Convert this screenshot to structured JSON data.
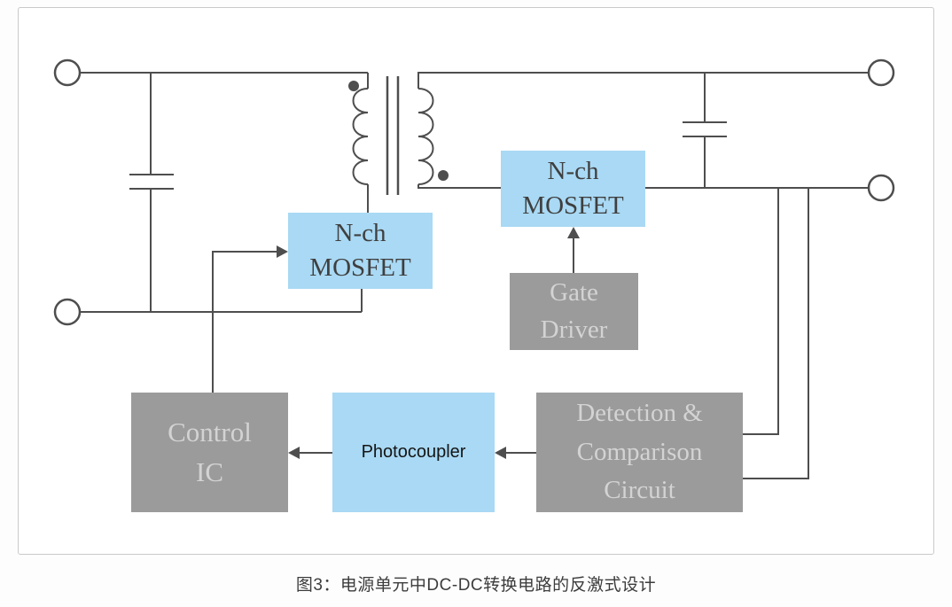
{
  "caption": "图3：电源单元中DC-DC转换电路的反激式设计",
  "colors": {
    "block_blue": "#a9d9f4",
    "block_gray": "#9b9b9b",
    "wire": "#4e4e4e",
    "terminal_fill": "#ffffff"
  },
  "blocks": {
    "primary_mosfet": {
      "lines": [
        "N-ch",
        "MOSFET"
      ]
    },
    "secondary_mosfet": {
      "lines": [
        "N-ch",
        "MOSFET"
      ]
    },
    "gate_driver": {
      "lines": [
        "Gate",
        "Driver"
      ]
    },
    "control_ic": {
      "lines": [
        "Control",
        "IC"
      ]
    },
    "photocoupler": {
      "label": "Photocoupler"
    },
    "detection_comparison": {
      "lines": [
        "Detection &",
        "Comparison",
        "Circuit"
      ]
    }
  }
}
